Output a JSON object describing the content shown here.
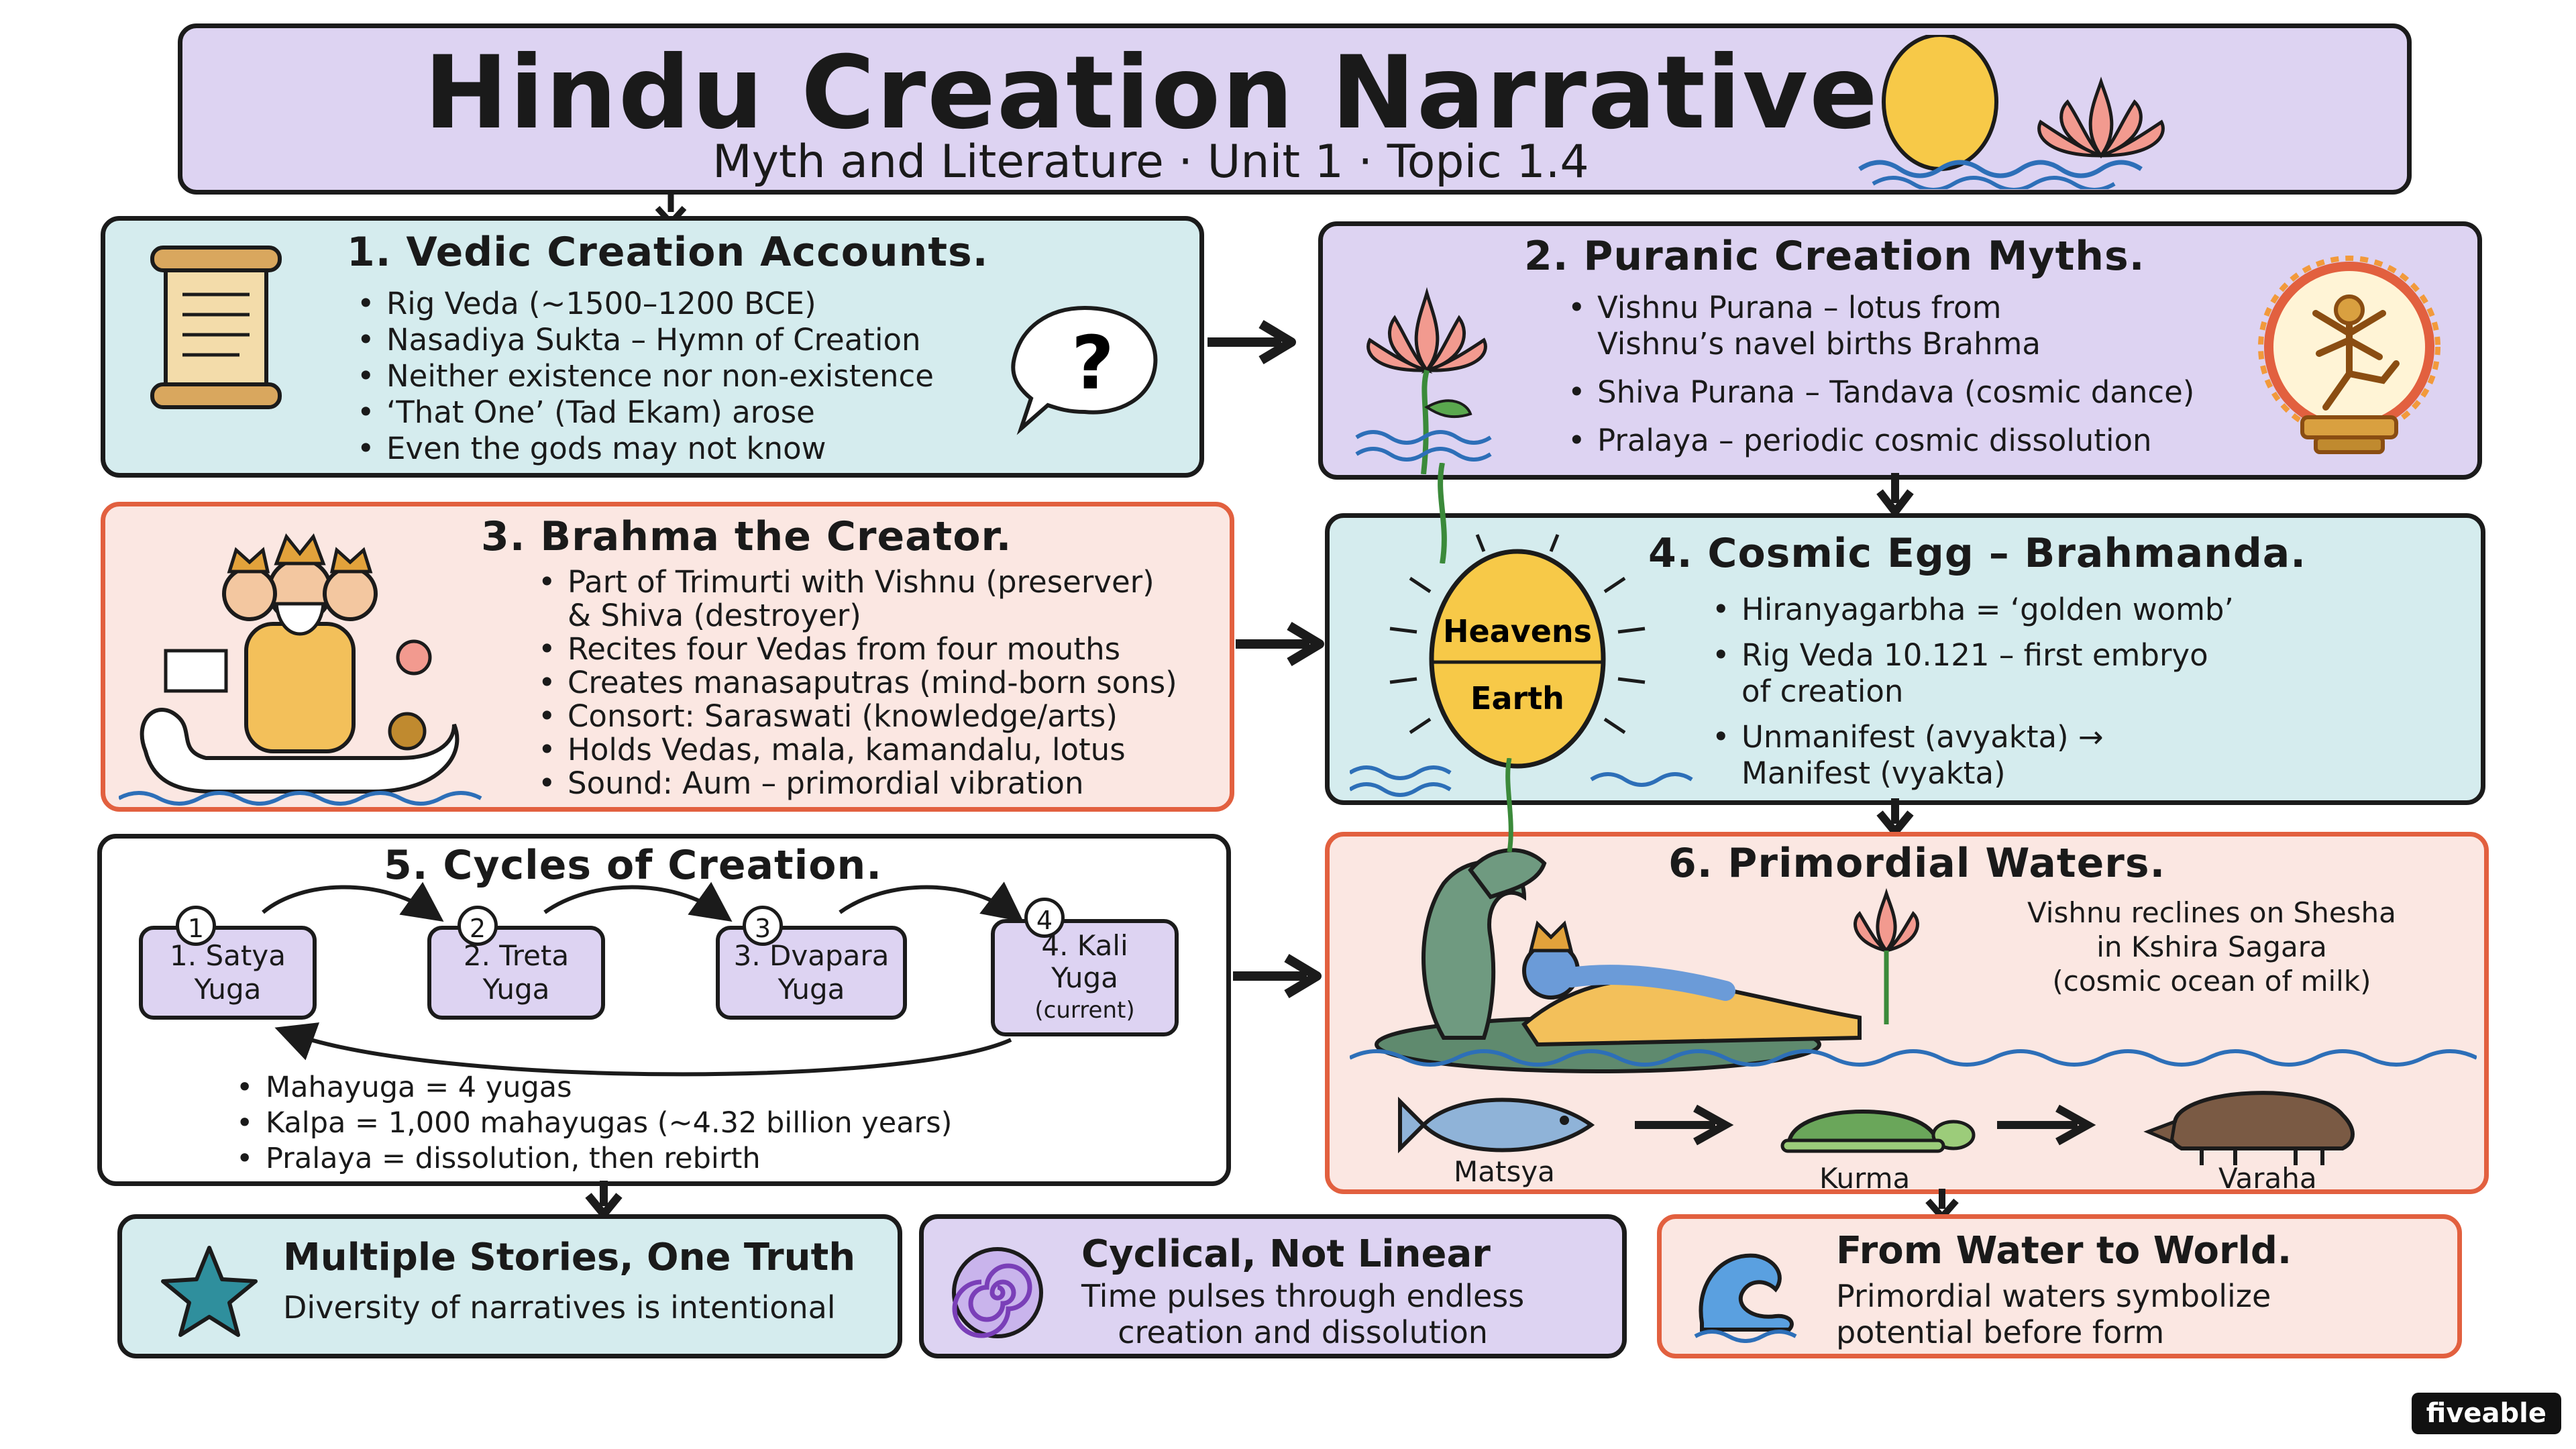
{
  "header": {
    "title": "Hindu Creation Narratives.",
    "subtitle": "Myth and Literature · Unit 1 · Topic 1.4"
  },
  "sections": {
    "vedic": {
      "title": "1. Vedic Creation Accounts.",
      "bullets": [
        "Rig Veda (~1500–1200 BCE)",
        "Nasadiya Sukta – Hymn of Creation",
        "Neither existence nor non-existence",
        "‘That One’ (Tad Ekam) arose",
        "Even the gods may not know"
      ],
      "question_mark": "?"
    },
    "puranic": {
      "title": "2. Puranic Creation Myths.",
      "bullets": [
        [
          "Vishnu Purana – lotus from",
          "Vishnu’s navel births Brahma"
        ],
        [
          "Shiva Purana – Tandava (cosmic dance)"
        ],
        [
          "Pralaya – periodic cosmic dissolution"
        ]
      ]
    },
    "brahma": {
      "title": "3. Brahma the Creator.",
      "bullets": [
        [
          "Part of Trimurti with Vishnu (preserver)",
          "& Shiva (destroyer)"
        ],
        [
          "Recites four Vedas from four mouths"
        ],
        [
          "Creates manasaputras (mind-born sons)"
        ],
        [
          "Consort: Saraswati (knowledge/arts)"
        ],
        [
          "Holds Vedas, mala, kamandalu, lotus"
        ],
        [
          "Sound: Aum – primordial vibration"
        ]
      ]
    },
    "egg": {
      "title": "4. Cosmic Egg – Brahmanda.",
      "egg_top": "Heavens",
      "egg_bottom": "Earth",
      "bullets": [
        [
          "Hiranyagarbha = ‘golden womb’"
        ],
        [
          "Rig Veda 10.121 – first embryo",
          "of creation"
        ],
        [
          "Unmanifest (avyakta) →",
          "Manifest (vyakta)"
        ]
      ]
    },
    "cycles": {
      "title": "5. Cycles of Creation.",
      "yugas": [
        {
          "num": "1",
          "line1": "1. Satya",
          "line2": "Yuga",
          "note": ""
        },
        {
          "num": "2",
          "line1": "2. Treta",
          "line2": "Yuga",
          "note": ""
        },
        {
          "num": "3",
          "line1": "3. Dvapara",
          "line2": "Yuga",
          "note": ""
        },
        {
          "num": "4",
          "line1": "4. Kali",
          "line2": "Yuga",
          "note": "(current)"
        }
      ],
      "bullets": [
        "Mahayuga = 4 yugas",
        "Kalpa = 1,000 mahayugas (~4.32 billion years)",
        "Pralaya = dissolution, then rebirth"
      ]
    },
    "waters": {
      "title": "6. Primordial Waters.",
      "caption": [
        "Vishnu reclines on Shesha",
        "in Kshira Sagara",
        "(cosmic ocean of milk)"
      ],
      "avatars": [
        "Matsya",
        "Kurma",
        "Varaha"
      ]
    }
  },
  "takeaways": [
    {
      "title": "Multiple Stories, One Truth",
      "lines": [
        "Diversity of narratives is intentional"
      ]
    },
    {
      "title": "Cyclical, Not Linear",
      "lines": [
        "Time pulses through endless",
        "creation and dissolution"
      ]
    },
    {
      "title": "From Water to World.",
      "lines": [
        "Primordial waters symbolize",
        "potential before form"
      ]
    }
  ],
  "brand": "fiveable",
  "colors": {
    "purple": "#ddd3f2",
    "teal": "#d5ecee",
    "peach": "#fbe7e2",
    "orange_border": "#e2603f",
    "outline": "#1b1b1b",
    "egg_gold": "#f7c948"
  }
}
